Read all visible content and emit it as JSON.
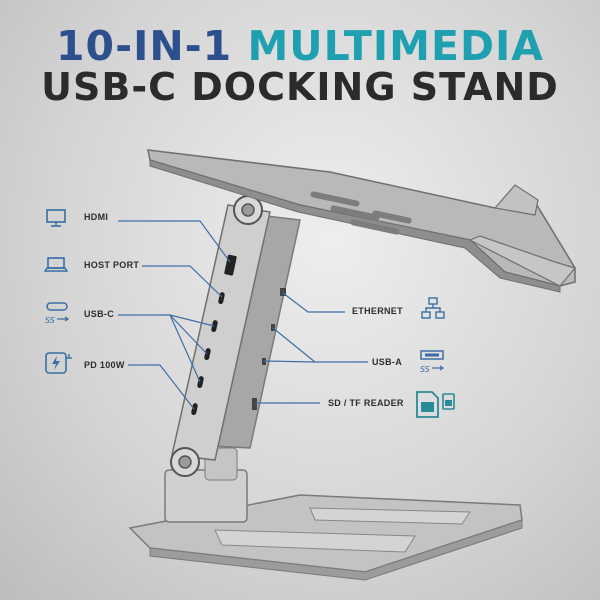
{
  "headline": {
    "line1_part1": "10-IN-1",
    "line1_part2": "MULTIMEDIA",
    "line2": "USB-C DOCKING STAND"
  },
  "ports_left": [
    {
      "label": "HDMI",
      "icon": "monitor-icon"
    },
    {
      "label": "HOST PORT",
      "icon": "laptop-icon"
    },
    {
      "label": "USB-C",
      "icon": "usb-c-icon"
    },
    {
      "label": "PD 100W",
      "icon": "power-delivery-icon"
    }
  ],
  "ports_right": [
    {
      "label": "ETHERNET",
      "icon": "network-icon"
    },
    {
      "label": "USB-A",
      "icon": "usb-a-icon"
    },
    {
      "label": "SD / TF READER",
      "icon": "sd-card-icon"
    }
  ],
  "colors": {
    "title_blue": "#2d4f8e",
    "title_teal": "#1fa0b0",
    "title_dark": "#2b2b2d",
    "callout_line": "#3f6fa8",
    "icon_stroke": "#3a6ea5"
  }
}
